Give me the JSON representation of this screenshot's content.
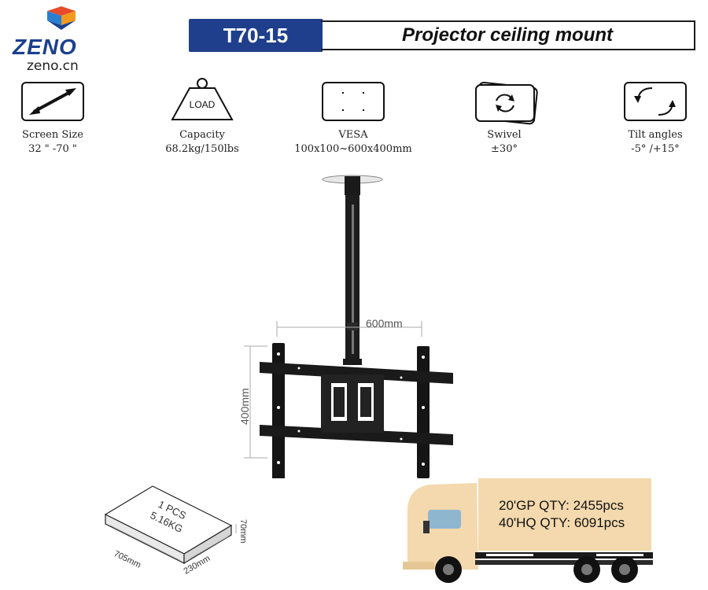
{
  "header": {
    "logo_text": "ZENO",
    "logo_site": "zeno.cn",
    "model": "T70-15",
    "title": "Projector ceiling mount"
  },
  "specs": [
    {
      "icon": "screen-size-icon",
      "label": "Screen Size",
      "value": "32 \" -70 \""
    },
    {
      "icon": "load-weight-icon",
      "icon_text": "LOAD",
      "label": "Capacity",
      "value": "68.2kg/150lbs"
    },
    {
      "icon": "vesa-icon",
      "label": "VESA",
      "value": "100x100~600x400mm"
    },
    {
      "icon": "swivel-icon",
      "label": "Swivel",
      "value": "±30°"
    },
    {
      "icon": "tilt-icon",
      "label": "Tilt angles",
      "value": "-5° /+15°"
    }
  ],
  "product": {
    "width_dim": "600mm",
    "height_dim": "400mm"
  },
  "package": {
    "pcs": "1 PCS",
    "weight": "5.16KG",
    "length": "705mm",
    "width": "230mm",
    "height": "70mm"
  },
  "shipping": {
    "gp_qty": "20'GP QTY: 2455pcs",
    "hq_qty": "40'HQ QTY: 6091pcs"
  },
  "colors": {
    "brand_blue": "#1f3f8c",
    "truck_body": "#f3d9ad"
  }
}
